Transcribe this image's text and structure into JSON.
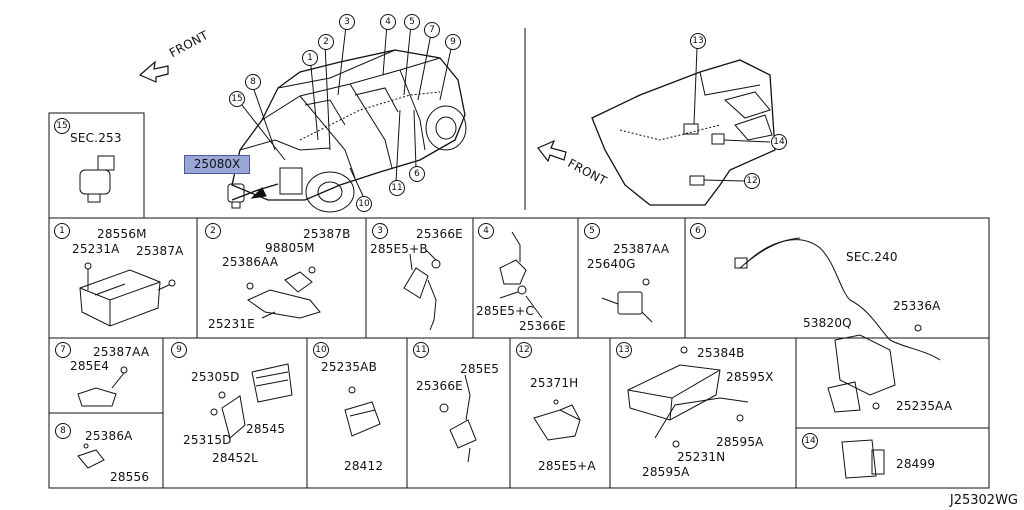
{
  "callouts": [
    "1",
    "2",
    "3",
    "4",
    "5",
    "6",
    "7",
    "8",
    "9",
    "10",
    "11",
    "12",
    "13",
    "14",
    "15"
  ],
  "highlight_part": "25080X",
  "front_label": "FRONT",
  "diagram_code": "J25302WG",
  "panels": {
    "p15": {
      "num": "15",
      "parts": [
        "SEC.253"
      ]
    },
    "p1": {
      "num": "1",
      "parts": [
        "28556M",
        "25231A",
        "25387A"
      ]
    },
    "p2": {
      "num": "2",
      "parts": [
        "25387B",
        "98805M",
        "25386AA",
        "25231E"
      ]
    },
    "p3": {
      "num": "3",
      "parts": [
        "25366E",
        "285E5+B"
      ]
    },
    "p4": {
      "num": "4",
      "parts": [
        "285E5+C",
        "25366E"
      ]
    },
    "p5": {
      "num": "5",
      "parts": [
        "25387AA",
        "25640G"
      ]
    },
    "p6": {
      "num": "6",
      "parts": [
        "SEC.240",
        "25336A",
        "53820Q",
        "25235AA"
      ]
    },
    "p7": {
      "num": "7",
      "parts": [
        "25387AA",
        "285E4"
      ]
    },
    "p8": {
      "num": "8",
      "parts": [
        "25386A",
        "28556"
      ]
    },
    "p9": {
      "num": "9",
      "parts": [
        "25305D",
        "28545",
        "25315D",
        "28452L"
      ]
    },
    "p10": {
      "num": "10",
      "parts": [
        "25235AB",
        "28412"
      ]
    },
    "p11": {
      "num": "11",
      "parts": [
        "285E5",
        "25366E"
      ]
    },
    "p12": {
      "num": "12",
      "parts": [
        "25371H",
        "285E5+A"
      ]
    },
    "p13": {
      "num": "13",
      "parts": [
        "25384B",
        "28595X",
        "28595A",
        "25231N",
        "28595A"
      ]
    },
    "p14": {
      "num": "14",
      "parts": [
        "28499"
      ]
    }
  }
}
